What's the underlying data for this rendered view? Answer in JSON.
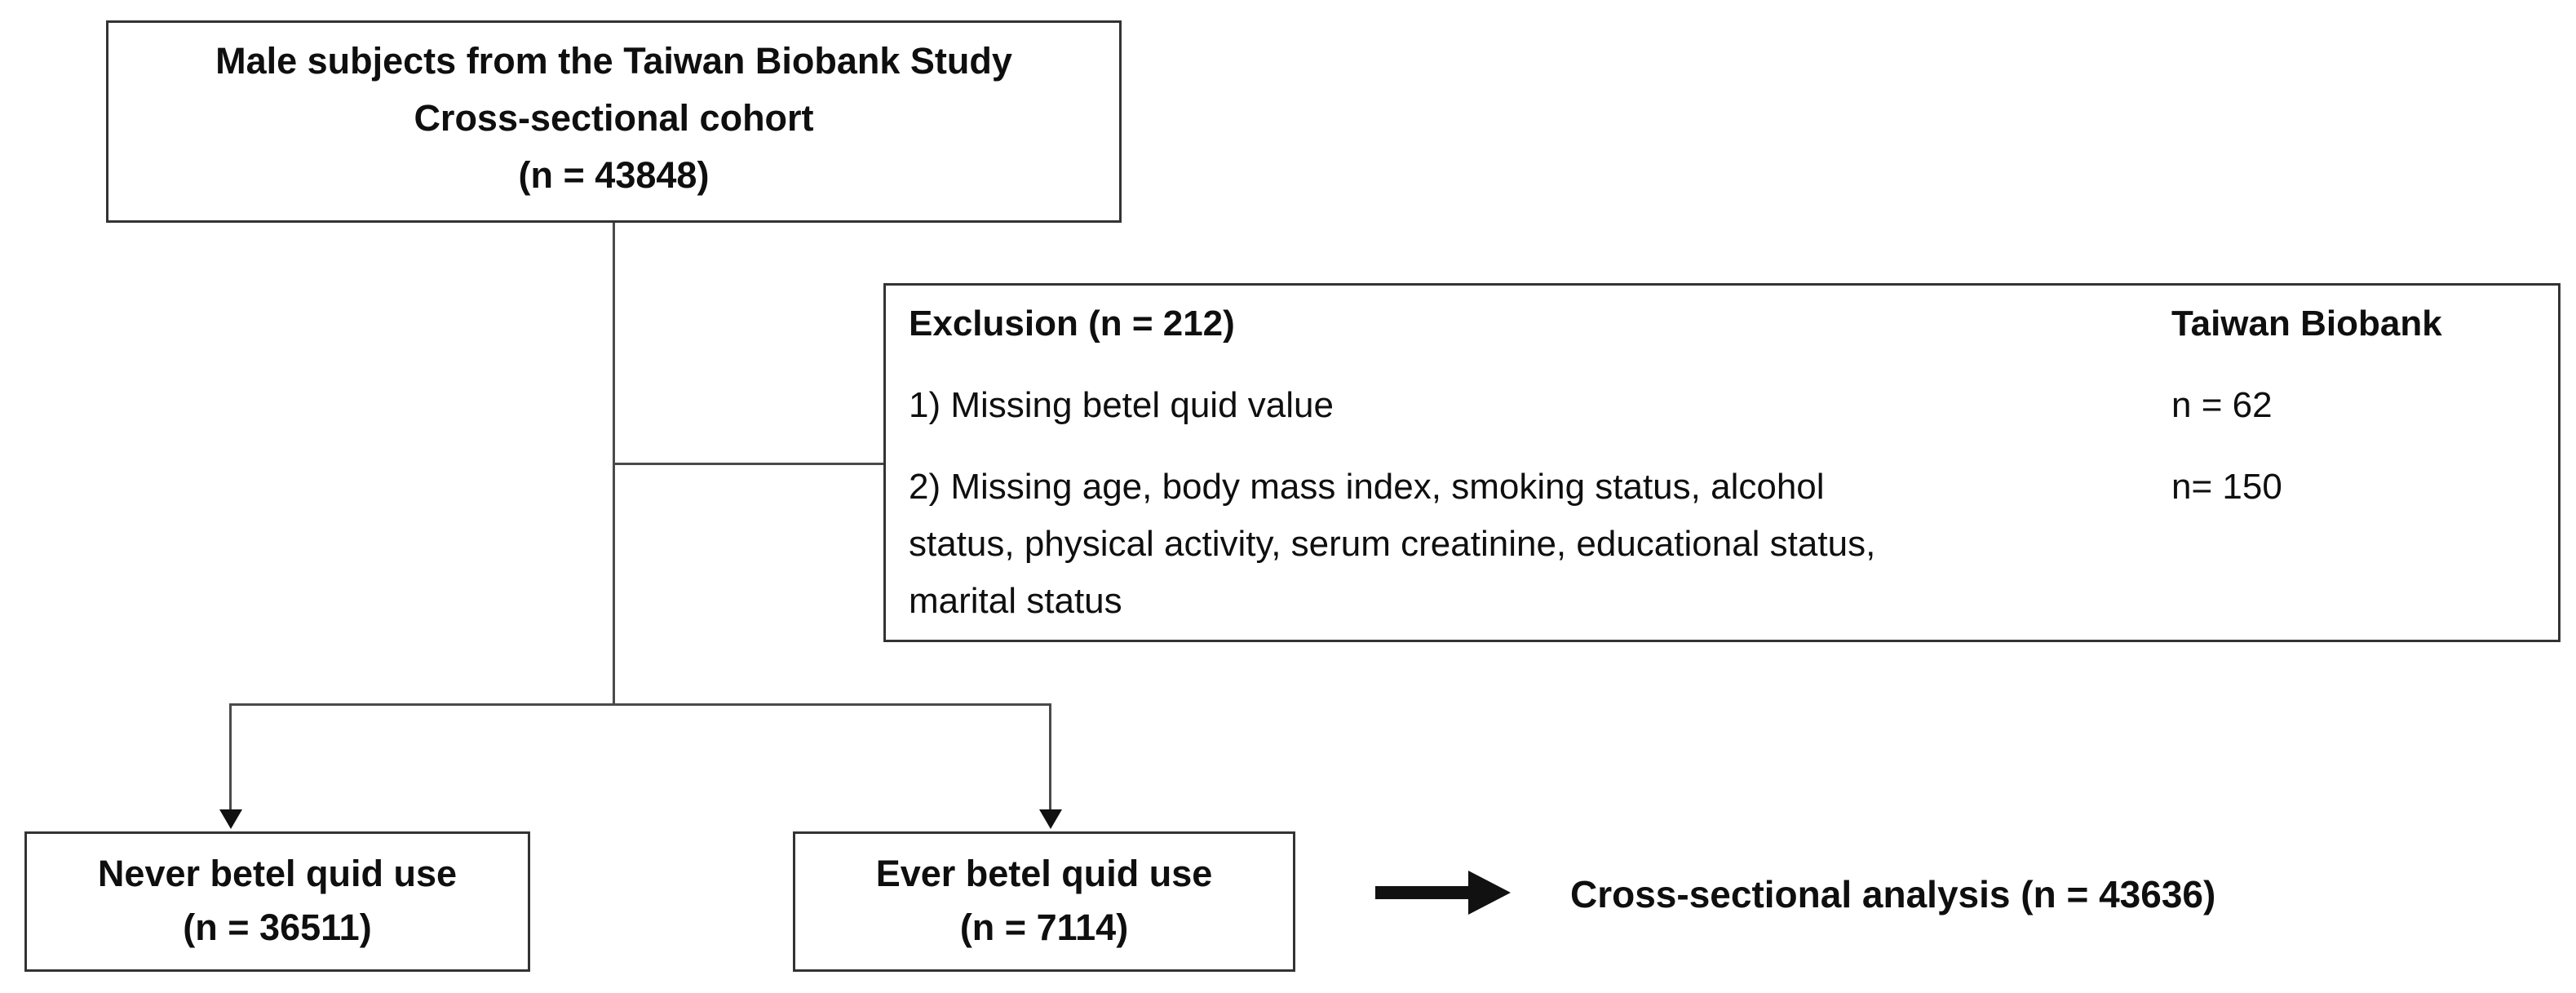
{
  "diagram": {
    "top_box": {
      "lines": [
        "Male subjects from the Taiwan Biobank Study",
        "Cross-sectional cohort",
        "(n = 43848)"
      ]
    },
    "exclusion_box": {
      "title": "Exclusion (n = 212)",
      "column_header": "Taiwan Biobank",
      "items": [
        {
          "lines": [
            "1) Missing betel quid value"
          ],
          "count": "n = 62"
        },
        {
          "lines": [
            "2) Missing age, body mass index, smoking status, alcohol",
            "status, physical activity, serum creatinine, educational status,",
            "marital status"
          ],
          "count": "n= 150"
        }
      ]
    },
    "never_box": {
      "lines": [
        "Never betel quid use",
        "(n = 36511)"
      ]
    },
    "ever_box": {
      "lines": [
        "Ever betel quid use",
        "(n = 7114)"
      ]
    },
    "outcome_label": "Cross-sectional analysis (n = 43636)",
    "colors": {
      "background": "#ffffff",
      "border": "#333333",
      "connector": "#4a4a4a",
      "text": "#0f0f0f",
      "arrow": "#111111"
    }
  }
}
